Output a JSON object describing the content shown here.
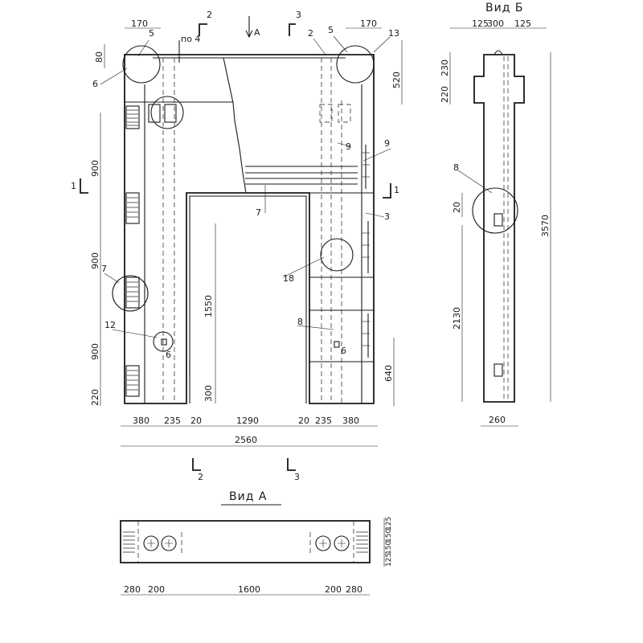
{
  "labels": {
    "view_a": "Вид А",
    "view_b": "Вид Б",
    "arrow_a": "А",
    "section_2": "2",
    "section_3": "3",
    "section_1": "1",
    "pos_4": "по 4",
    "callouts": [
      "5",
      "2",
      "5",
      "13",
      "6",
      "9",
      "9",
      "3",
      "7",
      "7",
      "18",
      "12",
      "6",
      "8",
      "6",
      "8"
    ]
  },
  "dimensions": {
    "top_170_left": "170",
    "top_170_right": "170",
    "d80": "80",
    "d520": "520",
    "d900_1": "900",
    "d900_2": "900",
    "d900_3": "900",
    "d220": "220",
    "d1550": "1550",
    "d300": "300",
    "d640": "640",
    "bottom_380_l": "380",
    "bottom_235_l": "235",
    "bottom_20_l": "20",
    "bottom_1290": "1290",
    "bottom_20_r": "20",
    "bottom_235_r": "235",
    "bottom_380_r": "380",
    "total_2560": "2560",
    "vb_125_l": "125",
    "vb_300": "300",
    "vb_125_r": "125",
    "vb_230": "230",
    "vb_220": "220",
    "vb_20": "20",
    "vb_2130": "2130",
    "vb_3570": "3570",
    "vb_260": "260",
    "va_280_l": "280",
    "va_200_l": "200",
    "va_1600": "1600",
    "va_200_r": "200",
    "va_280_r": "280",
    "va_125_t": "125",
    "va_150_a": "150",
    "va_150_b": "150",
    "va_125_b": "125"
  }
}
